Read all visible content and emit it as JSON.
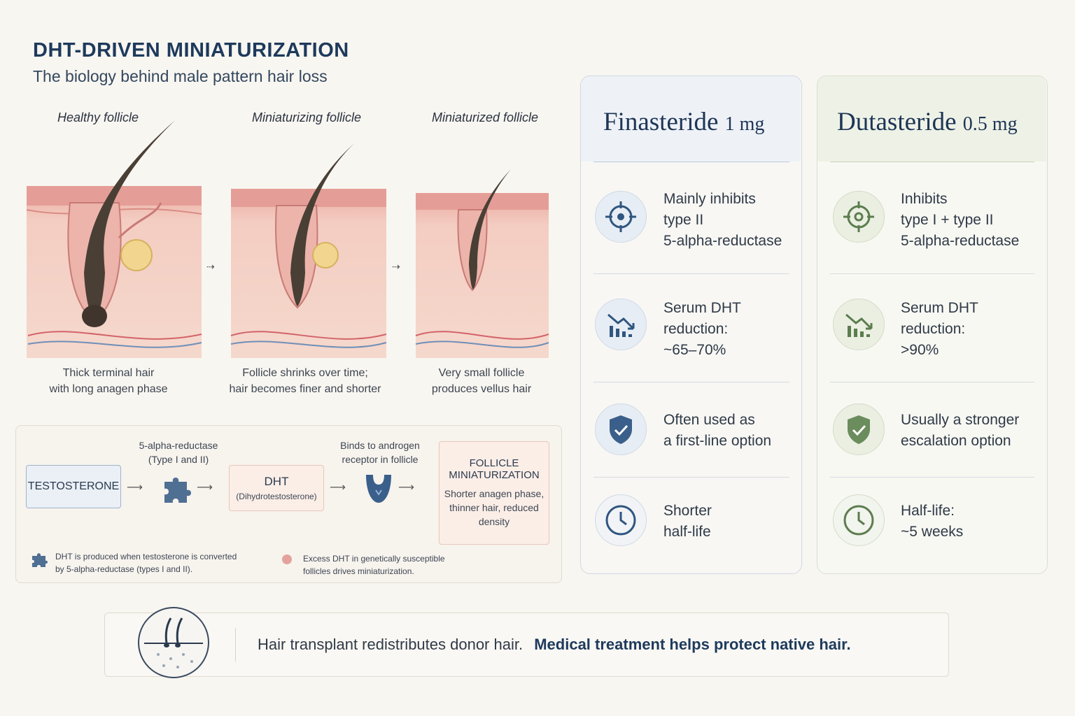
{
  "header": {
    "title": "DHT-DRIVEN MINIATURIZATION",
    "subtitle": "The biology behind male pattern hair loss"
  },
  "stages": [
    {
      "label": "Healthy follicle",
      "caption_1": "Thick terminal hair",
      "caption_2": "with long anagen phase"
    },
    {
      "label": "Miniaturizing follicle",
      "caption_1": "Follicle shrinks over time;",
      "caption_2": "hair becomes finer and shorter"
    },
    {
      "label": "Miniaturized follicle",
      "caption_1": "Very small follicle",
      "caption_2": "produces vellus hair"
    }
  ],
  "pathway": {
    "testosterone": "TESTOSTERONE",
    "enzyme_1": "5-alpha-reductase",
    "enzyme_2": "(Type I and II)",
    "dht": "DHT",
    "dht_full": "(Dihydrotestosterone)",
    "binds_1": "Binds to androgen",
    "binds_2": "receptor in follicle",
    "result_1": "FOLLICLE",
    "result_2": "MINIATURIZATION",
    "result_desc_1": "Shorter anagen phase,",
    "result_desc_2": "thinner hair, reduced",
    "result_desc_3": "density",
    "note_1a": "DHT is produced when testosterone is converted",
    "note_1b": "by 5-alpha-reductase (types I and II).",
    "note_2a": "Excess DHT in genetically susceptible",
    "note_2b": "follicles drives miniaturization."
  },
  "finasteride": {
    "name": "Finasteride",
    "dose": "1 mg",
    "rows": [
      {
        "l1": "Mainly inhibits",
        "l2": "type II",
        "l3": "5-alpha-reductase"
      },
      {
        "l1": "Serum DHT",
        "l2": "reduction:",
        "l3": "~65–70%"
      },
      {
        "l1": "Often used as",
        "l2": "a first-line option",
        "l3": ""
      },
      {
        "l1": "Shorter",
        "l2": "half-life",
        "l3": ""
      }
    ]
  },
  "dutasteride": {
    "name": "Dutasteride",
    "dose": "0.5 mg",
    "rows": [
      {
        "l1": "Inhibits",
        "l2": "type I + type II",
        "l3": "5-alpha-reductase"
      },
      {
        "l1": "Serum DHT",
        "l2": "reduction:",
        "l3": ">90%"
      },
      {
        "l1": "Usually a stronger",
        "l2": "escalation option",
        "l3": ""
      },
      {
        "l1": "Half-life:",
        "l2": "~5 weeks",
        "l3": ""
      }
    ]
  },
  "footer": {
    "text_1": "Hair transplant redistributes donor hair.",
    "text_2": "Medical treatment helps protect native hair."
  },
  "colors": {
    "navy": "#1e3a5c",
    "green": "#5c7d4e",
    "skin": "#f3c9bd",
    "hair": "#4a3f35"
  },
  "icons": [
    "target-icon",
    "chart-down-icon",
    "shield-check-icon",
    "clock-icon",
    "puzzle-icon",
    "receptor-icon",
    "hair-scalp-icon"
  ]
}
